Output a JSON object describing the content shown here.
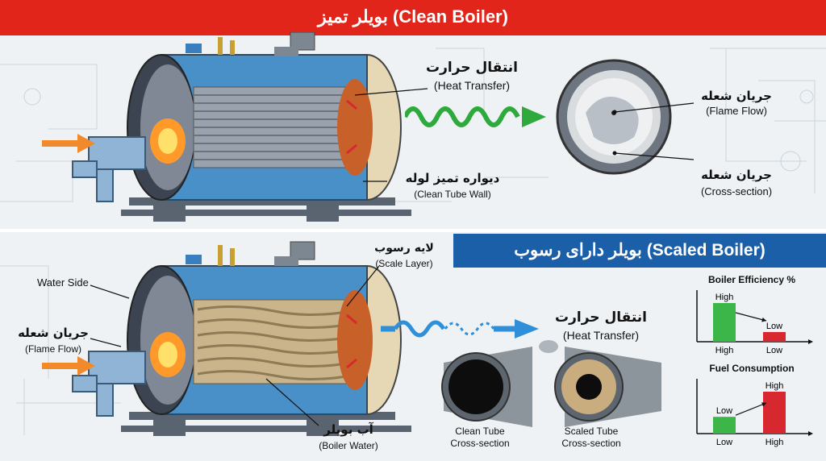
{
  "header": {
    "title": "بویلر تمیز (Clean Boiler)"
  },
  "top": {
    "heat_transfer_fa": "انتقال حرارت",
    "heat_transfer_en": "(Heat Transfer)",
    "clean_wall_fa": "دیواره تمیز لوله",
    "clean_wall_en": "(Clean Tube Wall)",
    "flame_flow_fa": "جریان شعله",
    "flame_flow_en": "(Flame Flow)",
    "cross_fa": "جریان شعله",
    "cross_en": "(Cross-section)"
  },
  "bottom": {
    "title": "بویلر دارای رسوب (Scaled Boiler)",
    "water_side": "Water Side",
    "flame_fa": "جریان شعله",
    "flame_en": "(Flame Flow)",
    "scale_fa": "لایه رسوب",
    "scale_en": "(Scale Layer)",
    "heat_fa": "انتقال حرارت",
    "heat_en": "(Heat Transfer)",
    "water_fa": "آب بویلر",
    "water_en": "(Boiler Water)",
    "clean_tube_1": "Clean Tube",
    "clean_tube_2": "Cross-section",
    "scaled_tube_1": "Scaled Tube",
    "scaled_tube_2": "Cross-section"
  },
  "colors": {
    "red": "#e1251b",
    "blue": "#1a5fa8",
    "green": "#2eaa3c",
    "bar_red": "#d7282f",
    "bar_green": "#3cb648"
  },
  "chart_data": [
    {
      "type": "bar",
      "title": "Boiler Efficiency %",
      "categories": [
        "High",
        "Low"
      ],
      "bar_labels": [
        "High",
        "Low"
      ],
      "values": [
        1.0,
        0.25
      ],
      "colors": [
        "#3cb648",
        "#d7282f"
      ]
    },
    {
      "type": "bar",
      "title": "Fuel Consumption",
      "categories": [
        "Low",
        "High"
      ],
      "bar_labels": [
        "Low",
        "High"
      ],
      "values": [
        0.4,
        1.0
      ],
      "colors": [
        "#3cb648",
        "#d7282f"
      ]
    }
  ]
}
